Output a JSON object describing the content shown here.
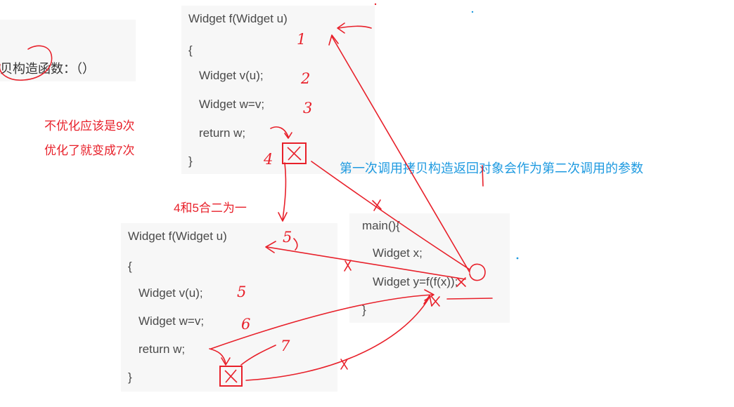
{
  "question_text": "贝构造函数：（）",
  "code_top": {
    "signature": "Widget f(Widget u)",
    "open_brace": "{",
    "line1": "Widget v(u);",
    "line2": "Widget w=v;",
    "line3": "return w;",
    "close_brace": "}"
  },
  "code_bottom": {
    "signature": "Widget f(Widget u)",
    "open_brace": "{",
    "line1": "Widget v(u);",
    "line2": "Widget w=v;",
    "line3": "return w;",
    "close_brace": "}"
  },
  "code_main": {
    "line1": "main(){",
    "line2": "Widget x;",
    "line3": "Widget y=f(f(x));",
    "close_brace": "}"
  },
  "notes": {
    "unoptimized": "不优化应该是9次",
    "optimized": "优化了就变成7次",
    "merge": "4和5合二为一",
    "first_call": "第一次调用拷贝构造返回对象会作为第二次调用的参数"
  },
  "marks": {
    "n1": "1",
    "n2": "2",
    "n3": "3",
    "n4": "4",
    "n5a": "5",
    "n5b": "5",
    "n6": "6",
    "n7": "7"
  },
  "colors": {
    "annotation_red": "#e8202a",
    "note_blue": "#1e9ae0",
    "code_text": "#4a4a4a",
    "panel_bg": "#f7f7f7"
  }
}
